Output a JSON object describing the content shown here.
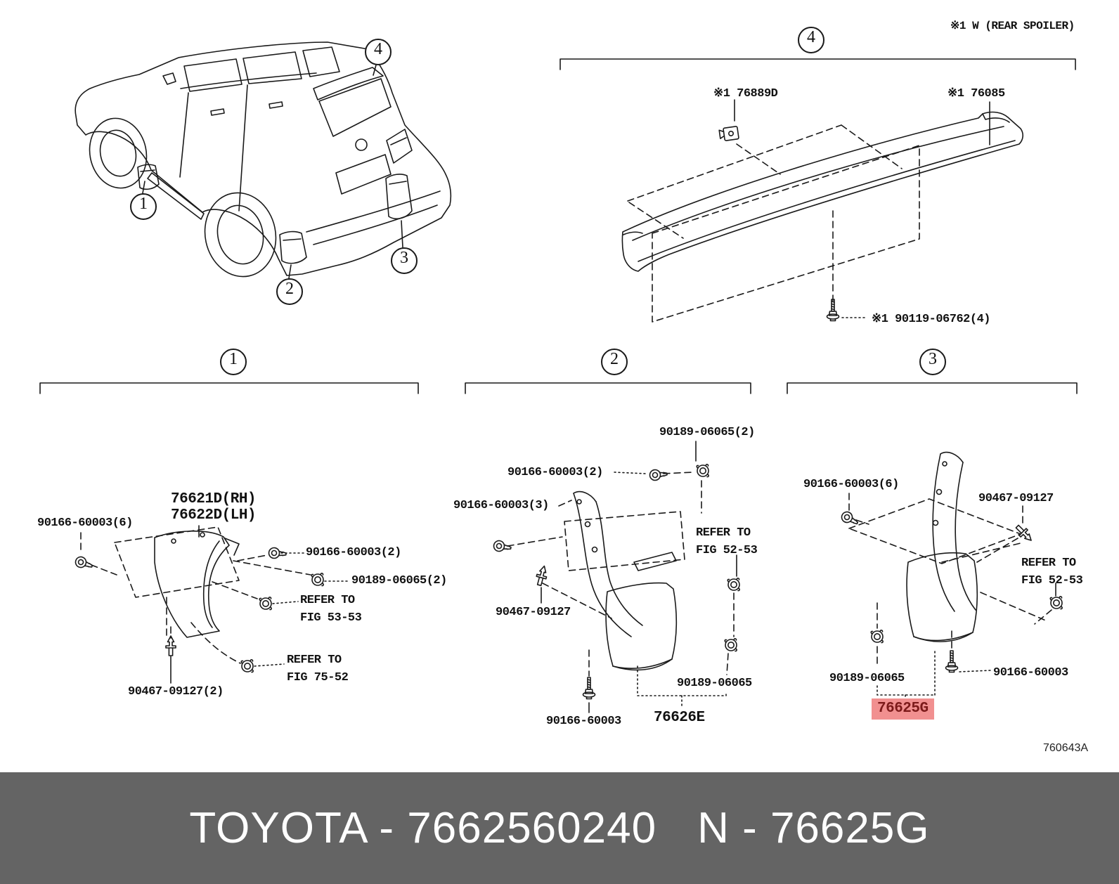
{
  "page": {
    "note_top_right": "※1 W (REAR SPOILER)",
    "doc_code": "760643A"
  },
  "banner": {
    "left_text": "TOYOTA - 7662560240",
    "right_text": "N - 76625G"
  },
  "colors": {
    "highlight_bg": "#f19090",
    "highlight_fg": "#7c1a1a",
    "banner_bg": "#646464",
    "banner_fg": "#ffffff",
    "line_color": "#1a1a1a"
  },
  "icons": {
    "bolt": "bolt-icon",
    "clip_nut": "clip-nut-icon",
    "rivet": "rivet-icon",
    "screw": "screw-icon",
    "spoiler_clip": "spoiler-clip-icon"
  },
  "callouts": {
    "c1": "1",
    "c2": "2",
    "c3": "3",
    "c4": "4"
  },
  "spoiler_section": {
    "num": "4",
    "labels": {
      "clip": "※1 76889D",
      "panel": "※1 76085",
      "screw": "※1 90119-06762(4)"
    }
  },
  "section1": {
    "num": "1",
    "labels": {
      "bolt6": "90166-60003(6)",
      "guard_rh": "76621D(RH)",
      "guard_lh": "76622D(LH)",
      "bolt2": "90166-60003(2)",
      "clip2": "90189-06065(2)",
      "refer_a_line1": "REFER TO",
      "refer_a_line2": "FIG 53-53",
      "refer_b_line1": "REFER TO",
      "refer_b_line2": "FIG 75-52",
      "rivet2": "90467-09127(2)"
    }
  },
  "section2": {
    "num": "2",
    "labels": {
      "clip2": "90189-06065(2)",
      "bolt2": "90166-60003(2)",
      "bolt3": "90166-60003(3)",
      "rivet": "90467-09127",
      "refer_line1": "REFER TO",
      "refer_line2": "FIG 52-53",
      "clip": "90189-06065",
      "guard": "76626E",
      "bolt": "90166-60003"
    }
  },
  "section3": {
    "num": "3",
    "labels": {
      "bolt6": "90166-60003(6)",
      "rivet": "90467-09127",
      "refer_line1": "REFER TO",
      "refer_line2": "FIG 52-53",
      "clip": "90189-06065",
      "bolt": "90166-60003",
      "guard_highlighted": "76625G"
    }
  }
}
